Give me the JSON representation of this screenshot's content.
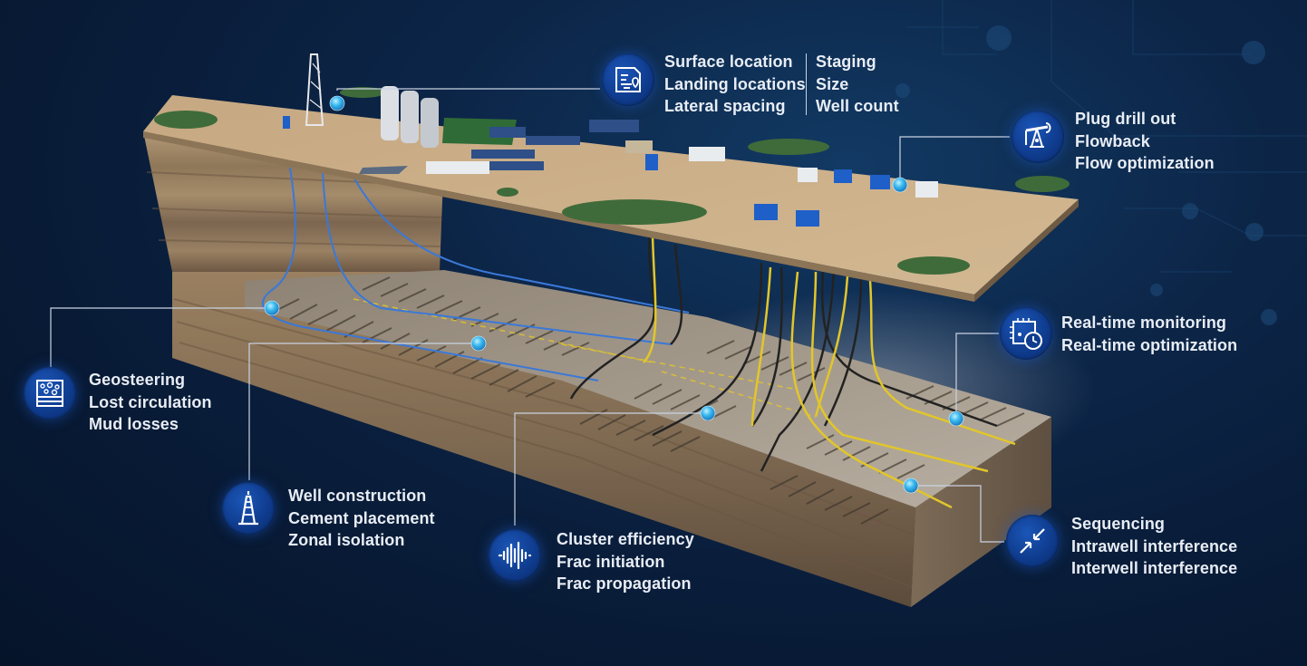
{
  "callouts": {
    "surface": {
      "icon": "map-document-icon",
      "lines": [
        "Surface location",
        "Landing locations",
        "Lateral spacing"
      ]
    },
    "staging": {
      "lines": [
        "Staging",
        "Size",
        "Well count"
      ]
    },
    "production": {
      "icon": "pumpjack-icon",
      "lines": [
        "Plug drill out",
        "Flowback",
        "Flow optimization"
      ]
    },
    "monitoring": {
      "icon": "chip-clock-icon",
      "lines": [
        "Real-time monitoring",
        "Real-time optimization"
      ]
    },
    "geosteering": {
      "icon": "formation-layers-icon",
      "lines": [
        "Geosteering",
        "Lost circulation",
        "Mud losses"
      ]
    },
    "construction": {
      "icon": "drilling-rig-icon",
      "lines": [
        "Well construction",
        "Cement placement",
        "Zonal isolation"
      ]
    },
    "cluster": {
      "icon": "waveform-icon",
      "lines": [
        "Cluster efficiency",
        "Frac initiation",
        "Frac propagation"
      ]
    },
    "sequencing": {
      "icon": "converging-arrows-icon",
      "lines": [
        "Sequencing",
        "Intrawell interference",
        "Interwell interference"
      ]
    }
  },
  "colors": {
    "background": "#0a1e3d",
    "icon_circle": "#0f3c8e",
    "leader_line": "#c9d3e3",
    "marker": "#2ea8e6",
    "well_blue": "#3a78d8",
    "well_yellow": "#e2c62a",
    "well_dark": "#222222",
    "surface": "#c9ab86",
    "rock": "#9c8466"
  }
}
